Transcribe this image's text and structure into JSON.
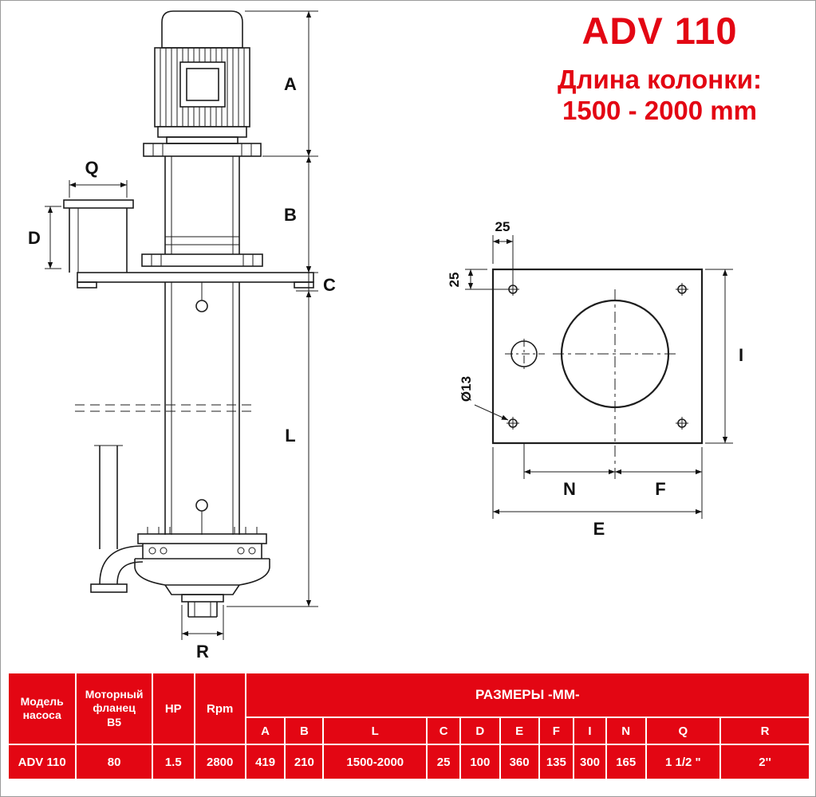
{
  "colors": {
    "accent": "#e30613"
  },
  "header": {
    "title": "ADV 110",
    "subtitle_line1": "Длина колонки:",
    "subtitle_line2": "1500 - 2000 mm"
  },
  "pump": {
    "dim_a": "A",
    "dim_q": "Q",
    "dim_b": "B",
    "dim_d": "D",
    "dim_c": "C",
    "dim_l": "L",
    "dim_r": "R"
  },
  "plate": {
    "dim_25_top": "25",
    "dim_25_left": "25",
    "dim_hole": "Ø13",
    "dim_i": "I",
    "dim_n": "N",
    "dim_f": "F",
    "dim_e": "E"
  },
  "table": {
    "model_header": "Модель\nнасоса",
    "flange_header": "Моторный\nфланец\nB5",
    "hp_header": "HP",
    "rpm_header": "Rpm",
    "sizes_header": "РАЗМЕРЫ -ММ-",
    "size_columns": [
      "A",
      "B",
      "L",
      "C",
      "D",
      "E",
      "F",
      "I",
      "N",
      "Q",
      "R"
    ],
    "row": {
      "model": "ADV 110",
      "flange_b5": "80",
      "hp": "1.5",
      "rpm": "2800",
      "sizes": [
        "419",
        "210",
        "1500-2000",
        "25",
        "100",
        "360",
        "135",
        "300",
        "165",
        "1 1/2 \"",
        "2''"
      ]
    }
  }
}
